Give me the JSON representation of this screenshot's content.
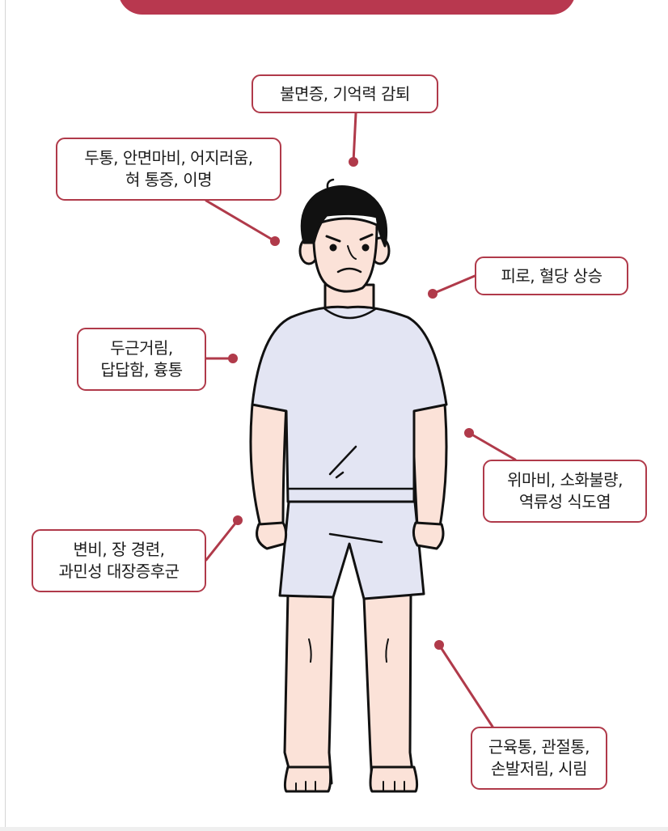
{
  "symptoms": {
    "head_top": [
      "불면증, 기억력 감퇴"
    ],
    "head_left": [
      "두통, 안면마비, 어지러움,",
      "혀 통증, 이명"
    ],
    "neck_right": [
      "피로, 혈당 상승"
    ],
    "chest_left": [
      "두근거림,",
      "답답함, 흉통"
    ],
    "stomach_right": [
      "위마비, 소화불량,",
      "역류성 식도염"
    ],
    "bowel_left": [
      "변비, 장 경련,",
      "과민성 대장증후군"
    ],
    "legs_right": [
      "근육통, 관절통,",
      "손발저림, 시림"
    ]
  },
  "colors": {
    "accent": "#b8384f",
    "border": "#b03a4a",
    "shirt": "#e3e5f3",
    "skin": "#fbe2d8",
    "hair": "#111111"
  }
}
